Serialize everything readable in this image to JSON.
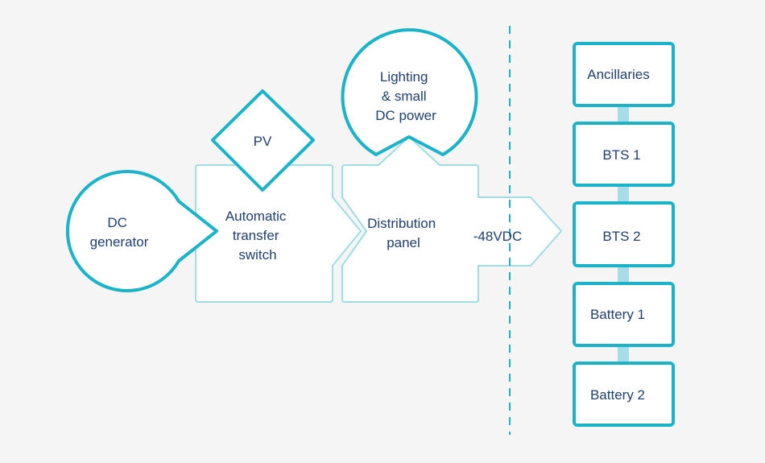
{
  "colors": {
    "background": "#f5f5f5",
    "teal": "#1ab3c8",
    "light_teal": "#9fdde6",
    "connector": "#a6dde8",
    "fill": "#ffffff",
    "text": "#1f3f73"
  },
  "nodes": {
    "dc_generator": [
      "DC",
      "generator"
    ],
    "pv": [
      "PV"
    ],
    "ats": [
      "Automatic",
      "transfer",
      "switch"
    ],
    "lighting": [
      "Lighting",
      "& small",
      "DC power"
    ],
    "distribution": [
      "Distribution",
      "panel"
    ],
    "output": [
      "-48VDC"
    ]
  },
  "stack": {
    "boxes": [
      {
        "label": "Ancillaries"
      },
      {
        "label": "BTS 1"
      },
      {
        "label": "BTS 2"
      },
      {
        "label": "Battery 1"
      },
      {
        "label": "Battery 2"
      }
    ]
  }
}
